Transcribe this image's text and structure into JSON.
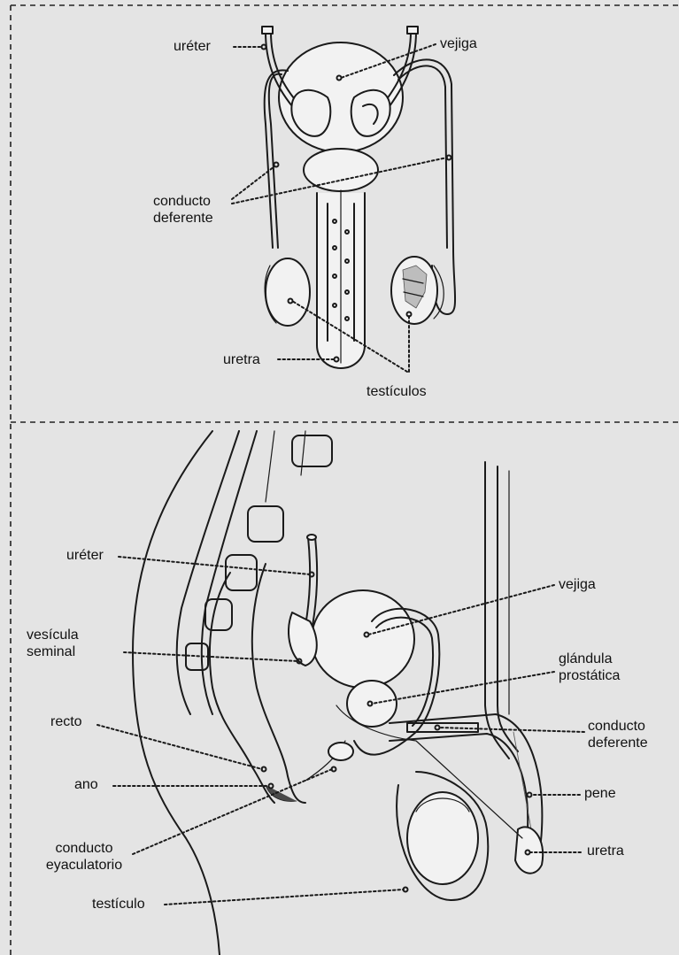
{
  "top_diagram": {
    "labels": {
      "ureter": "uréter",
      "vejiga": "vejiga",
      "conducto_deferente": "conducto deferente",
      "uretra": "uretra",
      "testiculos": "testículos"
    }
  },
  "bottom_diagram": {
    "labels": {
      "ureter": "uréter",
      "vejiga": "vejiga",
      "vesicula_seminal": "vesícula seminal",
      "glandula_prostatica": "glándula prostática",
      "recto": "recto",
      "conducto_deferente": "conducto deferente",
      "ano": "ano",
      "pene": "pene",
      "conducto_eyaculatorio": "conducto eyaculatorio",
      "uretra": "uretra",
      "testiculo": "testículo"
    }
  }
}
